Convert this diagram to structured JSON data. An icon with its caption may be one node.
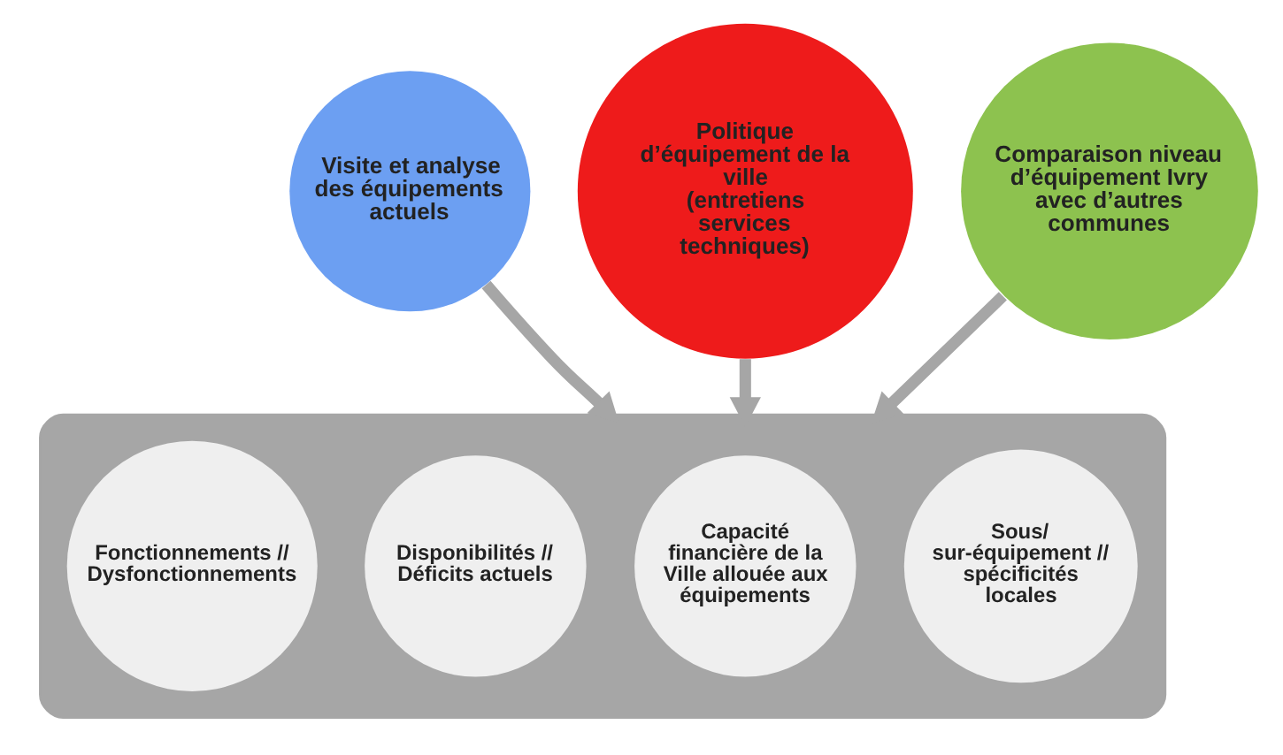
{
  "diagram": {
    "nodes": [
      {
        "text": [
          "Visite et analyse des équipements actuels"
        ]
      },
      {
        "text": [
          "Politique d’équipement de la ville",
          "(entretiens services techniques)"
        ]
      },
      {
        "text": [
          "Comparaison niveau d’équipement Ivry avec d’autres communes"
        ]
      },
      {
        "text": [],
        "shape": "box"
      },
      {
        "text": [
          "Fonctionnements // Dysfonctionnements"
        ],
        "in": 3
      },
      {
        "text": [
          "Disponibilités // Déficits actuels"
        ],
        "in": 3
      },
      {
        "text": [
          "Capacité financière de la Ville allouée aux équipements"
        ],
        "in": 3
      },
      {
        "text": [
          "Sous/ sur-équipement // spécificités locales"
        ],
        "in": 3
      }
    ],
    "edges": [
      {
        "from": 0,
        "to": 3,
        "arrow": "to"
      },
      {
        "from": 1,
        "to": 3,
        "arrow": "to"
      },
      {
        "from": 2,
        "to": 3,
        "arrow": "to"
      }
    ]
  }
}
